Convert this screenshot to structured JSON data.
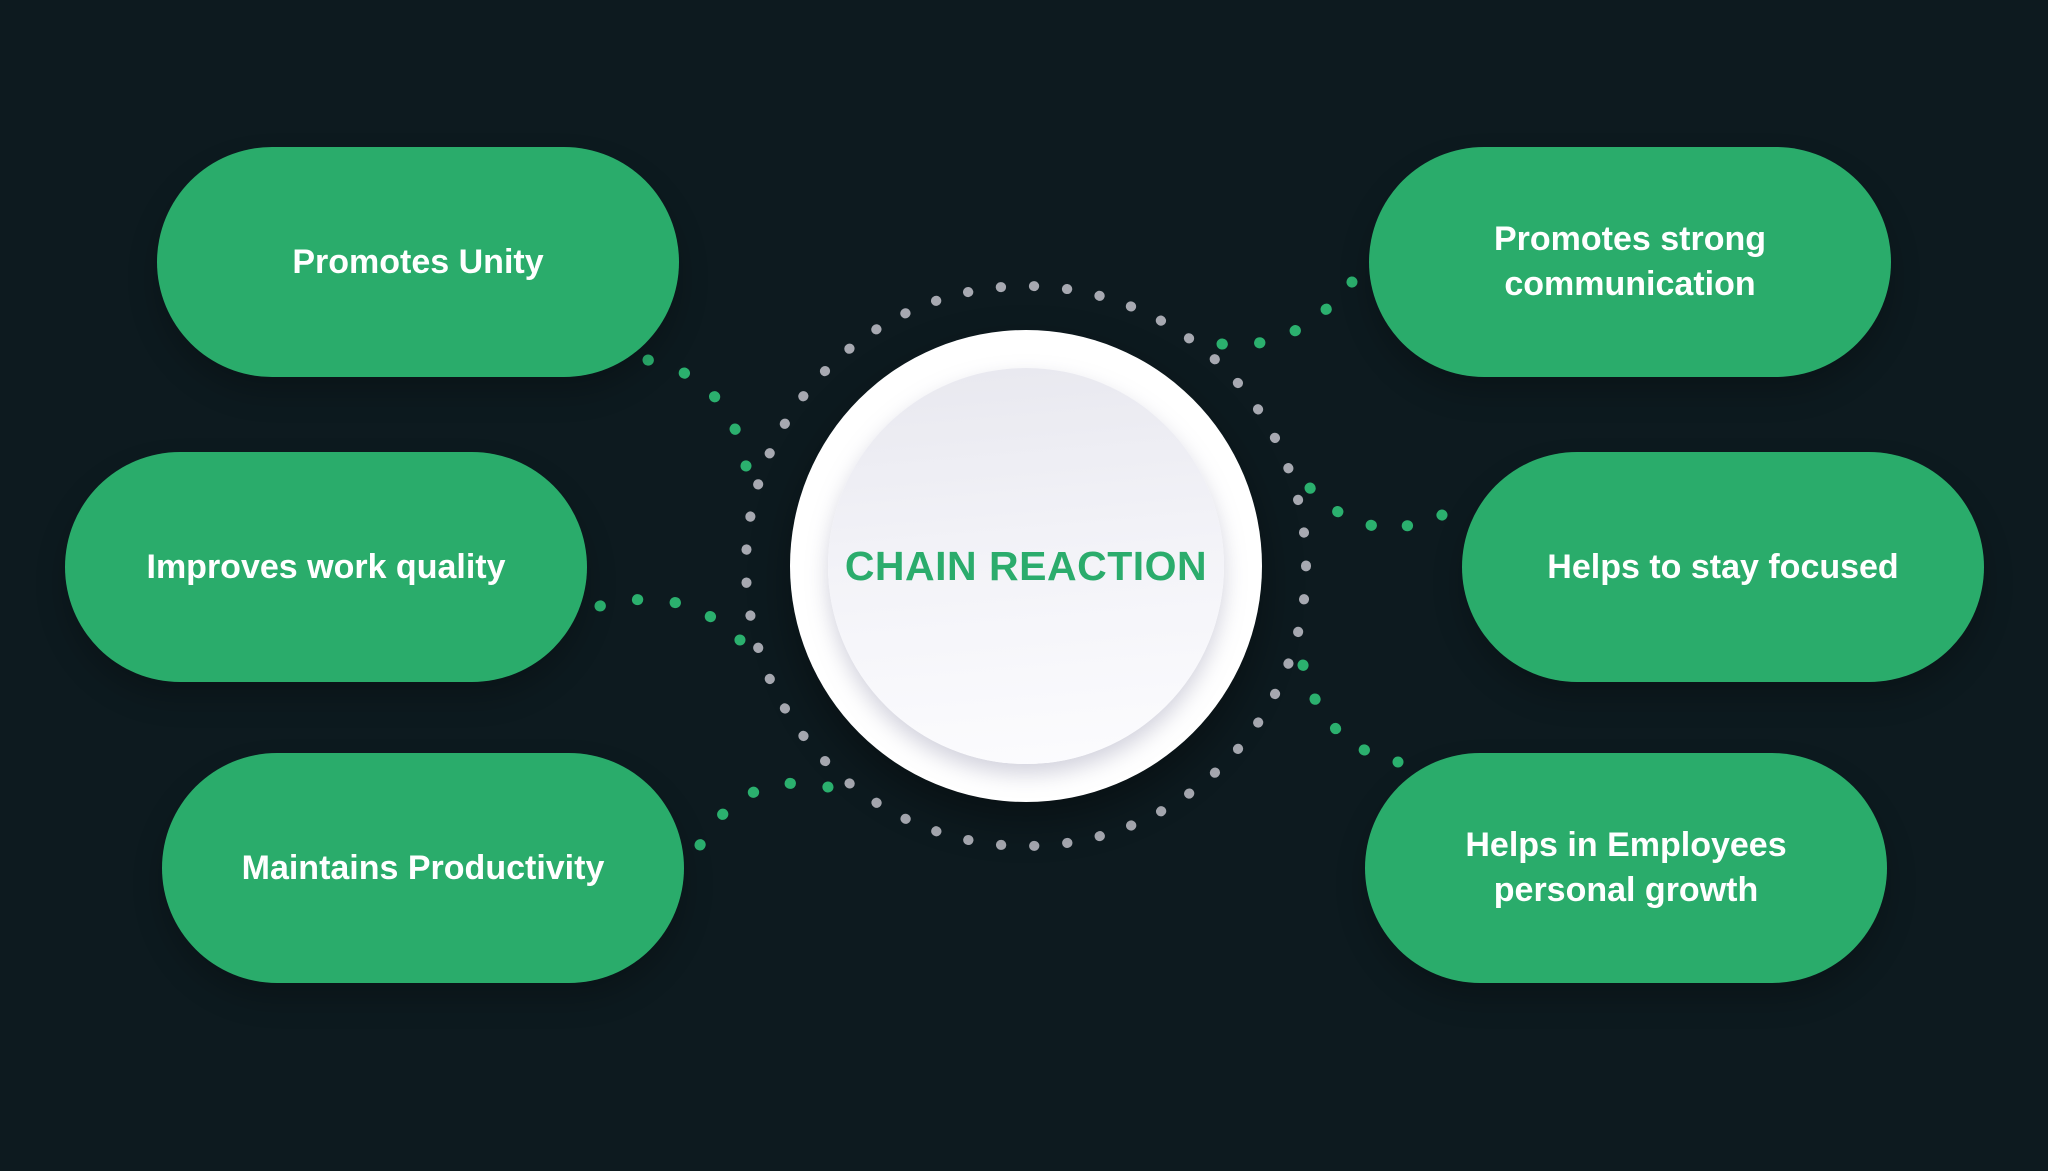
{
  "infographic": {
    "center": {
      "title": "CHAIN REACTION"
    },
    "left_items": [
      {
        "label": "Promotes Unity"
      },
      {
        "label": "Improves work quality"
      },
      {
        "label": "Maintains Productivity"
      }
    ],
    "right_items": [
      {
        "label": "Promotes strong communication"
      },
      {
        "label": "Helps to stay focused"
      },
      {
        "label": "Helps in Employees personal growth"
      }
    ],
    "colors": {
      "background": "#0D1A1F",
      "pill_green": "#2AAC6B",
      "connector_dot_green": "#2BB06E",
      "ring_dot_gray": "#A7A9B1",
      "center_circle": "#FFFFFF",
      "title_green": "#2BAC6C",
      "pill_text": "#FFFFFF"
    }
  }
}
